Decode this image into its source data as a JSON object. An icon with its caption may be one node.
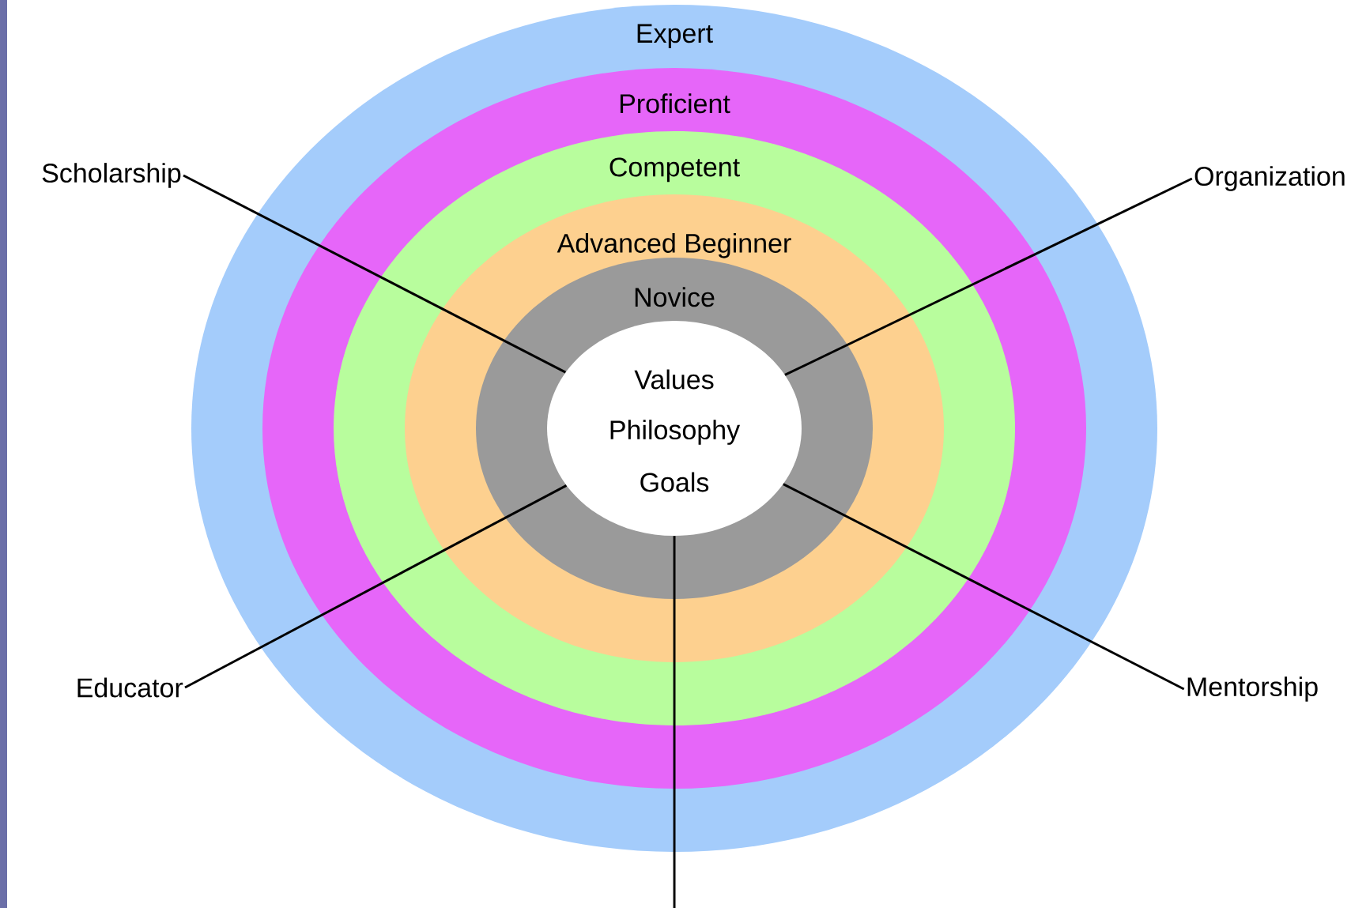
{
  "diagram": {
    "nodes": [
      {
        "text": [
          "Expert"
        ]
      },
      {
        "text": [
          "Proficient"
        ],
        "in": 0
      },
      {
        "text": [
          "Competent"
        ],
        "in": 1
      },
      {
        "text": [
          "Advanced Beginner"
        ],
        "in": 2
      },
      {
        "text": [
          "Novice"
        ],
        "in": 3
      },
      {
        "text": [
          "Values",
          "Philosophy",
          "Goals"
        ],
        "in": 4
      },
      {
        "text": [
          "Scholarship"
        ]
      },
      {
        "text": [
          "Organization"
        ]
      },
      {
        "text": [
          "Educator"
        ]
      },
      {
        "text": [
          "Mentorship"
        ]
      }
    ],
    "edges": [
      {
        "from": 6,
        "to": 5,
        "arrow": "none"
      },
      {
        "from": 7,
        "to": 5,
        "arrow": "none"
      },
      {
        "from": 8,
        "to": 5,
        "arrow": "none"
      },
      {
        "from": 9,
        "to": 5,
        "arrow": "none"
      },
      {
        "from": null,
        "to": 5,
        "arrow": "none"
      }
    ]
  }
}
